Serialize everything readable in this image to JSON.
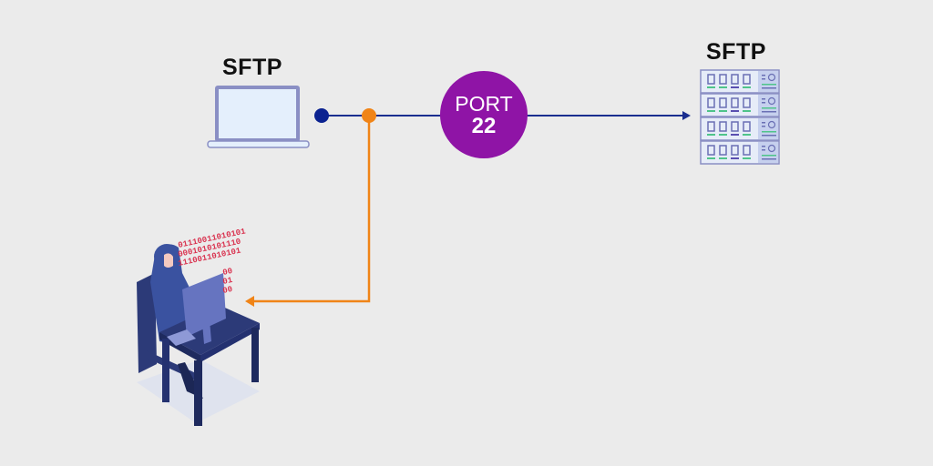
{
  "client": {
    "label": "SFTP",
    "icon": "laptop-icon"
  },
  "server": {
    "label": "SFTP",
    "icon": "server-rack-icon",
    "units": 4
  },
  "port": {
    "title": "PORT",
    "number": "22"
  },
  "attacker": {
    "icon": "hacker-at-desk-icon",
    "binary_lines": [
      "01110011010101",
      "0001010101110",
      "1110011010101",
      "00",
      "01",
      "00"
    ]
  },
  "colors": {
    "background": "#ebebeb",
    "connection_line": "#1a2e8f",
    "client_node": "#0b2290",
    "interception": "#f08417",
    "port_circle": "#8f14a6",
    "device_outline": "#8a8fc4",
    "device_fill": "#e4effc",
    "binary_text": "#d9314e"
  }
}
